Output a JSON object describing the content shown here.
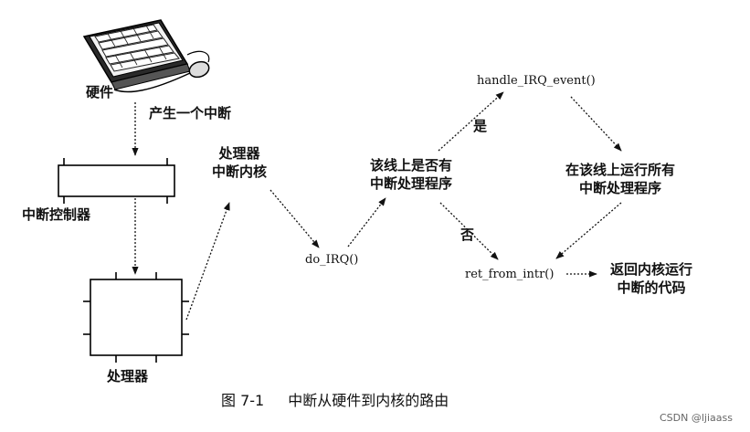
{
  "nodes": {
    "hardware": "硬件",
    "irq_controller": "中断控制器",
    "processor": "处理器",
    "processor_kernel_line1": "处理器",
    "processor_kernel_line2": "中断内核",
    "do_irq": "do_IRQ()",
    "has_handler_line1": "该线上是否有",
    "has_handler_line2": "中断处理程序",
    "handle_irq_event": "handle_IRQ_event()",
    "run_handlers_line1": "在该线上运行所有",
    "run_handlers_line2": "中断处理程序",
    "ret_from_intr": "ret_from_intr()",
    "return_code_line1": "返回内核运行",
    "return_code_line2": "中断的代码"
  },
  "edges": {
    "generate_interrupt": "产生一个中断",
    "yes": "是",
    "no": "否"
  },
  "caption": {
    "figure_no": "图 7-1",
    "title": "中断从硬件到内核的路由"
  },
  "watermark": "CSDN @ljiaass",
  "icons": [
    "keyboard-icon",
    "mouse-icon"
  ]
}
